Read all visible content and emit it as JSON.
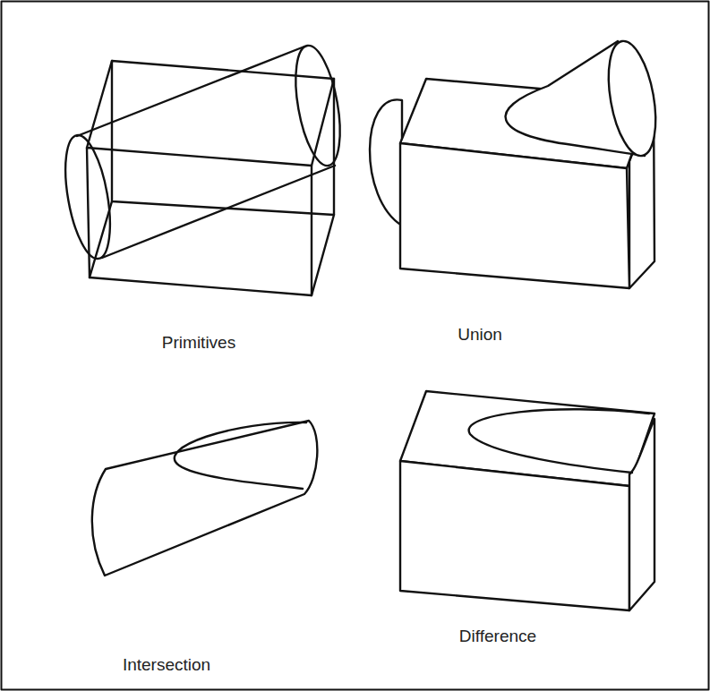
{
  "diagram": {
    "labels": [
      "Primitives",
      "Union",
      "Intersection",
      "Difference"
    ]
  }
}
